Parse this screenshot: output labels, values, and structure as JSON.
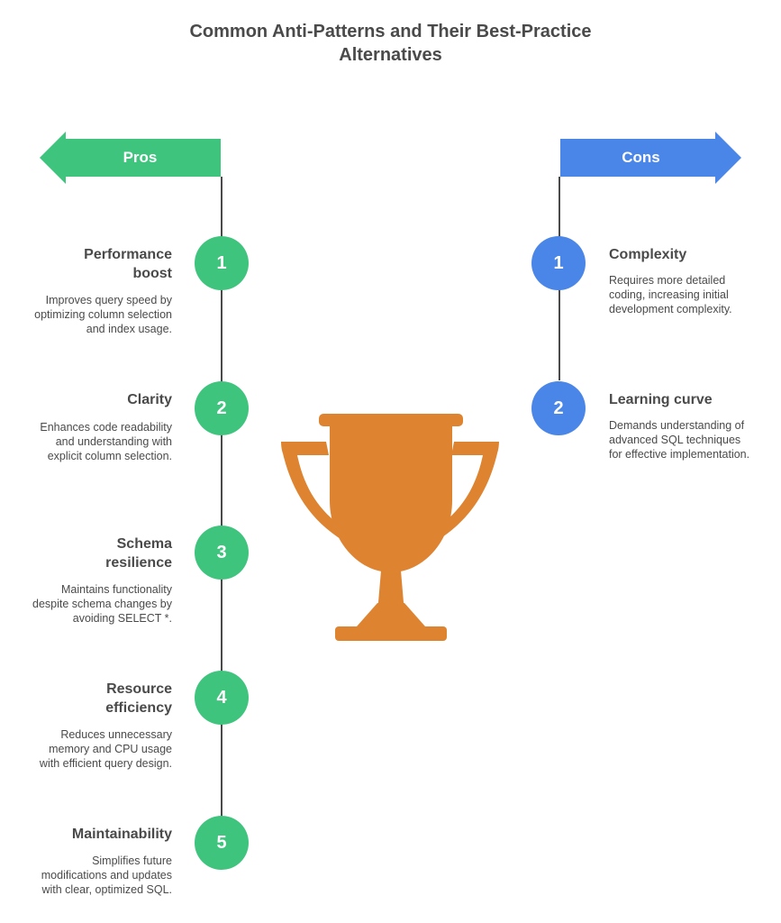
{
  "title": {
    "line1": "Common Anti-Patterns and Their Best-Practice",
    "line2": "Alternatives"
  },
  "pros": {
    "label": "Pros",
    "color": "#3ec47d",
    "items": [
      {
        "number": "1",
        "heading_lines": [
          "Performance",
          "boost"
        ],
        "description": "Improves query speed by optimizing column selection and index usage."
      },
      {
        "number": "2",
        "heading_lines": [
          "Clarity"
        ],
        "description": "Enhances code readability and understanding with explicit column selection."
      },
      {
        "number": "3",
        "heading_lines": [
          "Schema",
          "resilience"
        ],
        "description": "Maintains functionality despite schema changes by avoiding SELECT *."
      },
      {
        "number": "4",
        "heading_lines": [
          "Resource",
          "efficiency"
        ],
        "description": "Reduces unnecessary memory and CPU usage with efficient query design."
      },
      {
        "number": "5",
        "heading_lines": [
          "Maintainability"
        ],
        "description": "Simplifies future modifications and updates with clear, optimized SQL."
      }
    ]
  },
  "cons": {
    "label": "Cons",
    "color": "#4a86e8",
    "items": [
      {
        "number": "1",
        "heading": "Complexity",
        "description": "Requires more detailed coding, increasing initial development complexity."
      },
      {
        "number": "2",
        "heading": "Learning curve",
        "description": "Demands understanding of advanced SQL techniques for effective implementation."
      }
    ]
  },
  "trophy": {
    "icon": "trophy-icon",
    "color": "#de8430"
  }
}
